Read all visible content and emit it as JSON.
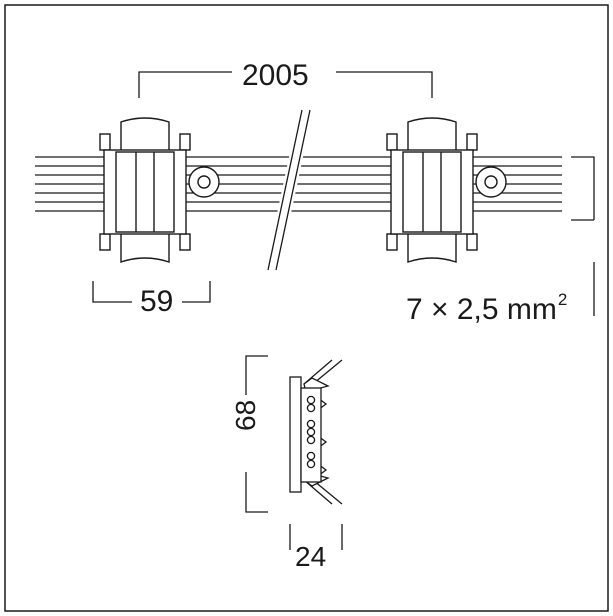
{
  "diagram": {
    "dimensions": {
      "length": "2005",
      "clip_width": "59",
      "cable_spec": "7 × 2,5 mm",
      "cable_spec_sup": "2",
      "connector_height": "68",
      "connector_width": "24"
    }
  }
}
